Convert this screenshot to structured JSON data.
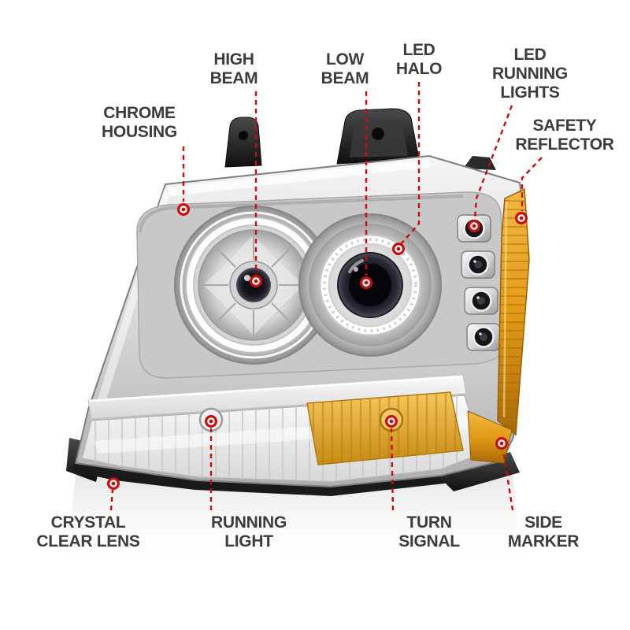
{
  "figure": {
    "type": "annotated-product-diagram",
    "subject_name": "headlight-assembly"
  },
  "colors": {
    "background": "#ffffff",
    "callout_red": "#cb0c0c",
    "label_text": "#3c3c3c",
    "amber_reflector": "#e29b16",
    "chrome": "#d6d6d6"
  },
  "callouts": [
    {
      "id": "chrome-housing",
      "lines": [
        "CHROME",
        "HOUSING"
      ]
    },
    {
      "id": "high-beam",
      "lines": [
        "HIGH",
        "BEAM"
      ]
    },
    {
      "id": "low-beam",
      "lines": [
        "LOW",
        "BEAM"
      ]
    },
    {
      "id": "led-halo",
      "lines": [
        "LED",
        "HALO"
      ]
    },
    {
      "id": "led-running-lights",
      "lines": [
        "LED",
        "RUNNING",
        "LIGHTS"
      ]
    },
    {
      "id": "safety-reflector",
      "lines": [
        "SAFETY",
        "REFLECTOR"
      ]
    },
    {
      "id": "crystal-clear-lens",
      "lines": [
        "CRYSTAL",
        "CLEAR LENS"
      ]
    },
    {
      "id": "running-light",
      "lines": [
        "RUNNING",
        "LIGHT"
      ]
    },
    {
      "id": "turn-signal",
      "lines": [
        "TURN",
        "SIGNAL"
      ]
    },
    {
      "id": "side-marker",
      "lines": [
        "SIDE",
        "MARKER"
      ]
    }
  ]
}
